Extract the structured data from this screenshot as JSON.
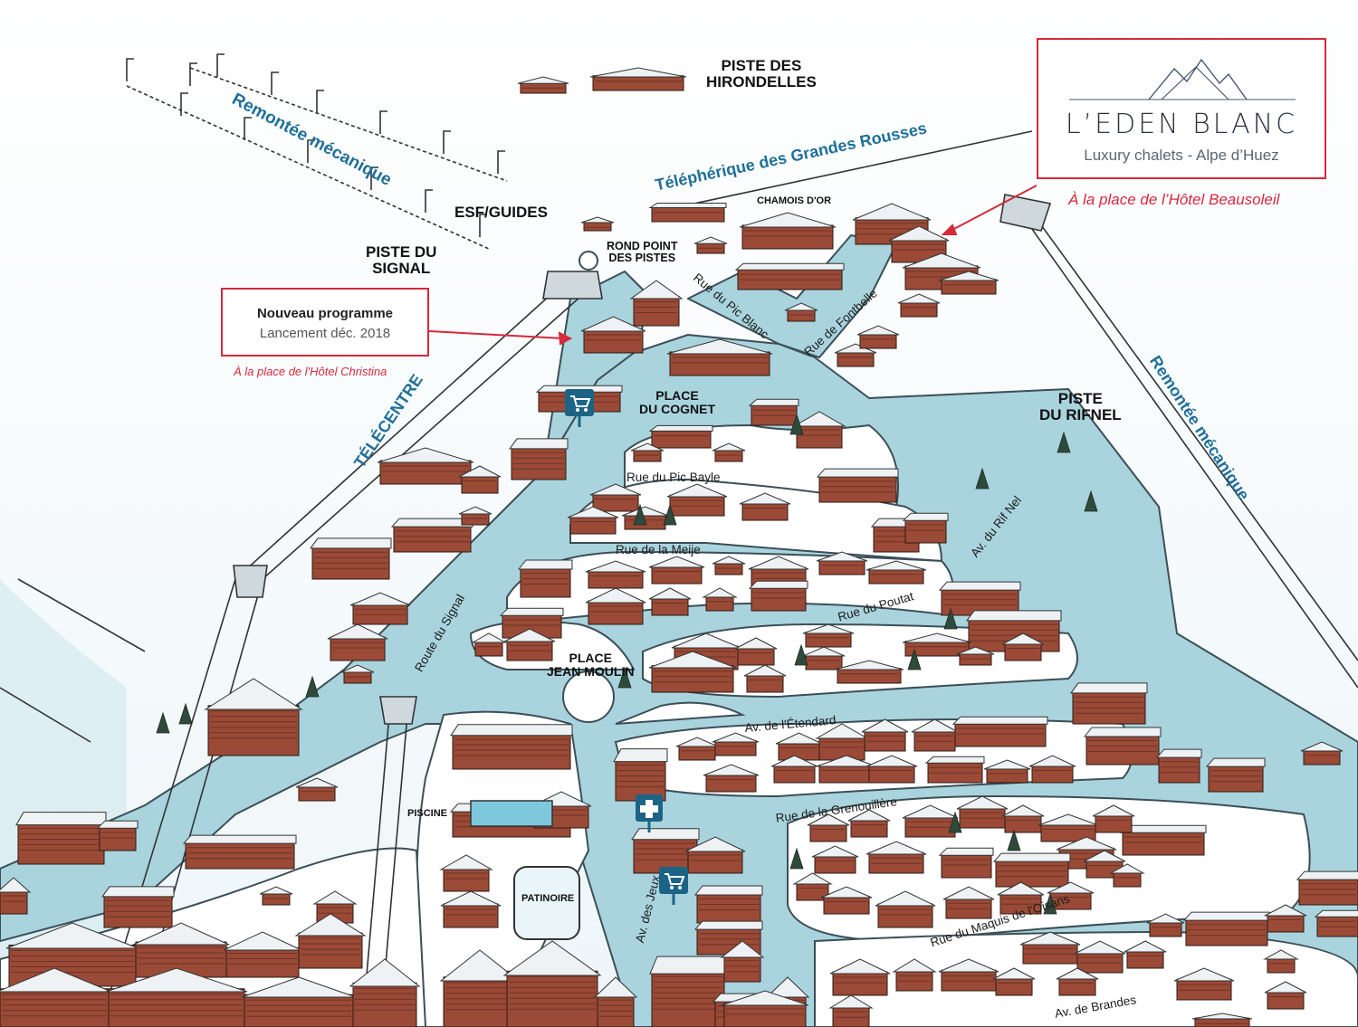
{
  "colors": {
    "snow": "#ffffff",
    "road": "#a9d4de",
    "road_edge": "#3c4e57",
    "roof": "#eef2f4",
    "building": "#9a4a36",
    "building_dark": "#6e3326",
    "accent_red": "#d62a3c",
    "label_blue": "#1f6f99",
    "icon_blue": "#1b6486"
  },
  "labels": {
    "remontee_left": "Remontée mécanique",
    "piste_hirondelles_1": "PISTE DES",
    "piste_hirondelles_2": "HIRONDELLES",
    "telepherique": "Téléphérique des Grandes Rousses",
    "esf": "ESF/GUIDES",
    "piste_signal_1": "PISTE DU",
    "piste_signal_2": "SIGNAL",
    "chamois": "CHAMOIS D'OR",
    "rond_point_1": "ROND POINT",
    "rond_point_2": "DES PISTES",
    "rue_pic_blanc": "Rue du Pic Blanc",
    "rue_fontbelle": "Rue de Fontbelle",
    "piste_rifnel_1": "PISTE",
    "piste_rifnel_2": "DU RIFNEL",
    "remontee_right": "Remontée mécanique",
    "telecentre": "TÉLÉCENTRE",
    "place_cognet_1": "PLACE",
    "place_cognet_2": "DU COGNET",
    "rue_pic_bayle": "Rue du Pic Bayle",
    "rue_meije": "Rue de la Meije",
    "av_rif_nel": "Av. du Rif Nel",
    "rue_poutat": "Rue du Poutat",
    "route_signal": "Route du Signal",
    "place_jm_1": "PLACE",
    "place_jm_2": "JEAN MOULIN",
    "av_etendard": "Av. de l'Étendard",
    "piscine": "PISCINE",
    "rue_grenouillere": "Rue de la Grenouillère",
    "patinoire": "PATINOIRE",
    "av_jeux": "Av. des Jeux",
    "rue_maquis": "Rue du Maquis de l'Oisans",
    "av_brandes": "Av. de Brandes"
  },
  "brand_box": {
    "name": "L’EDEN BLANC",
    "tagline": "Luxury chalets - Alpe d’Huez",
    "note": "À la place de l’Hôtel Beausoleil"
  },
  "program_box": {
    "title": "Nouveau programme",
    "subtitle": "Lancement déc. 2018",
    "note": "À la place de l'Hôtel Christina"
  },
  "icons": [
    "shopping-cart-icon",
    "shopping-cart-icon",
    "medical-cross-icon",
    "mountain-logo-icon"
  ]
}
